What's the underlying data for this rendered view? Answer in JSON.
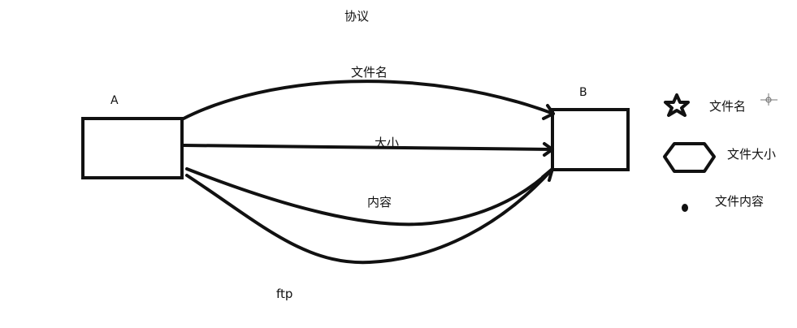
{
  "title": "协议",
  "nodes": {
    "a": {
      "label": "A"
    },
    "b": {
      "label": "B"
    }
  },
  "edges": {
    "filename": {
      "label": "文件名"
    },
    "size": {
      "label": "大小"
    },
    "content": {
      "label": "内容"
    }
  },
  "bottom_label": "ftp",
  "legend": {
    "items": [
      {
        "icon": "star-icon",
        "label": "文件名"
      },
      {
        "icon": "hexagon-icon",
        "label": "文件大小"
      },
      {
        "icon": "dot-icon",
        "label": "文件内容"
      }
    ]
  },
  "colors": {
    "ink": "#111111",
    "background": "#ffffff"
  }
}
